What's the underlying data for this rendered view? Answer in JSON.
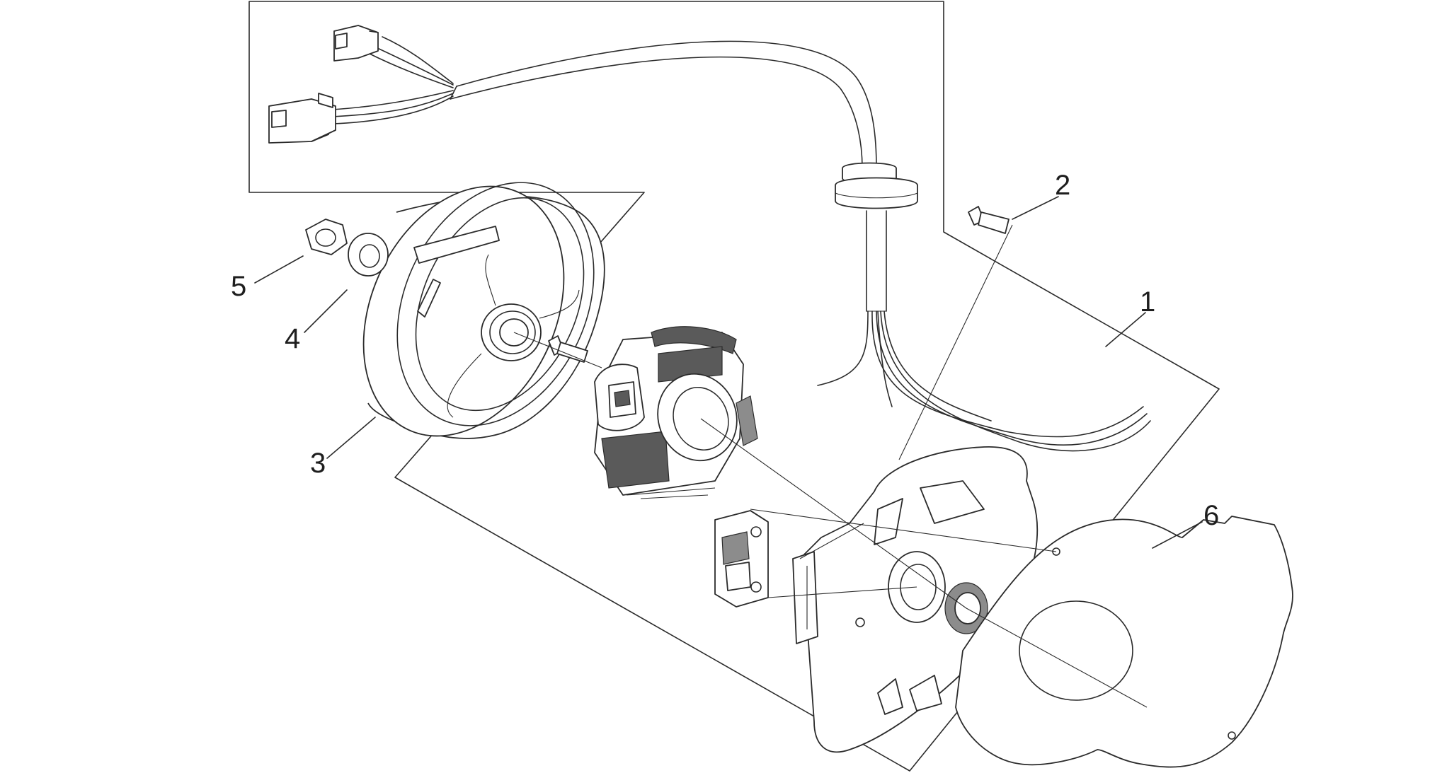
{
  "diagram": {
    "callouts": [
      {
        "id": "callout-1",
        "text": "1"
      },
      {
        "id": "callout-2",
        "text": "2"
      },
      {
        "id": "callout-3",
        "text": "3"
      },
      {
        "id": "callout-4",
        "text": "4"
      },
      {
        "id": "callout-5",
        "text": "5"
      },
      {
        "id": "callout-6",
        "text": "6"
      }
    ]
  }
}
